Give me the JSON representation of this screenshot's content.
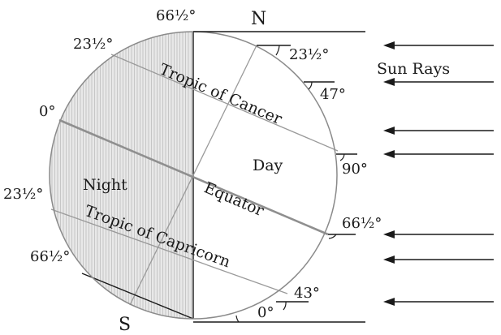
{
  "labels": {
    "north": "N",
    "south": "S",
    "sun_rays": "Sun Rays",
    "night": "Night",
    "day": "Day",
    "tropic_cancer": "Tropic of Cancer",
    "tropic_capricorn": "Tropic of Capricorn",
    "equator": "Equator"
  },
  "latitude_marks": {
    "top_66": "66½°",
    "left_23_upper": "23½°",
    "left_0": "0°",
    "left_23_lower": "23½°",
    "left_66_lower": "66½°"
  },
  "ray_angles": {
    "a23": "23½°",
    "a47": "47°",
    "a90": "90°",
    "a66": "66½°",
    "a43": "43°",
    "a0": "0°"
  },
  "colors": {
    "night_fill": "#e6e6e6",
    "night_hatch": "#c4c4c4",
    "line": "#9a9a9a",
    "ink": "#1a1a1a"
  },
  "sun_ray_arrow_count": 7
}
